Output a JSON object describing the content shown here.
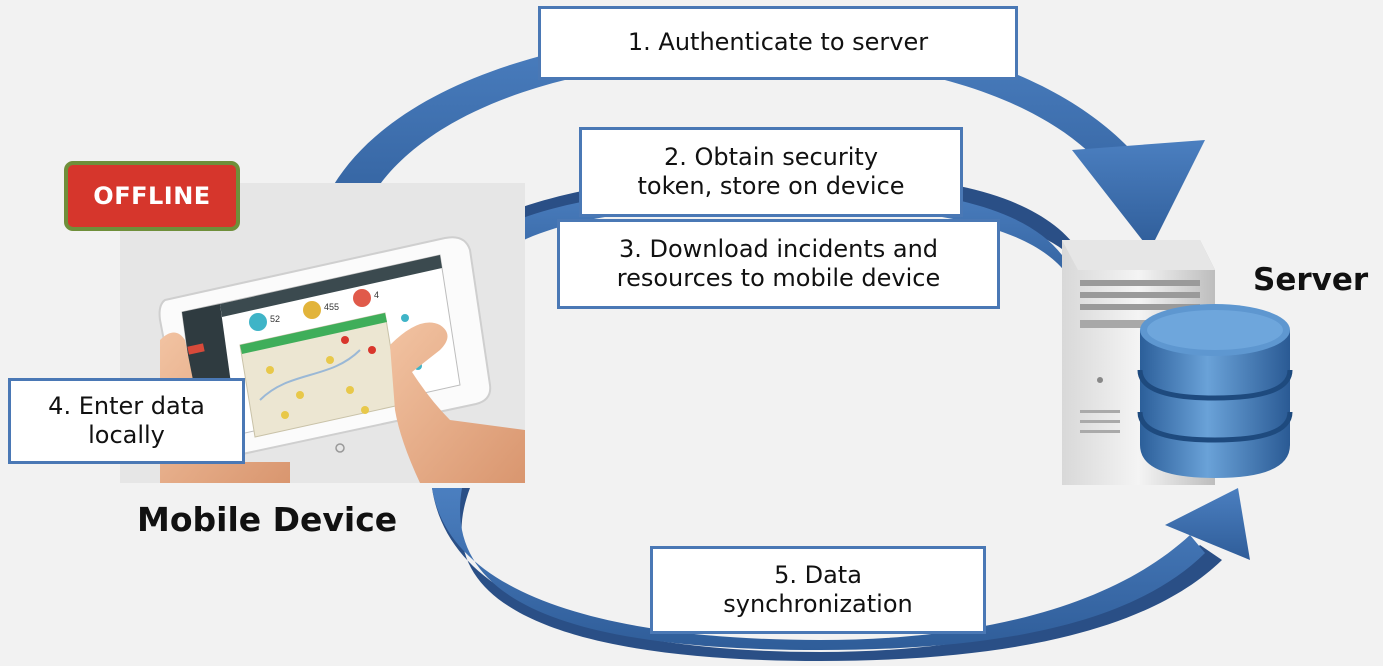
{
  "steps": [
    {
      "id": 1,
      "text": "1. Authenticate to server"
    },
    {
      "id": 2,
      "text": "2. Obtain security\ntoken, store on device"
    },
    {
      "id": 3,
      "text": "3. Download incidents and\nresources to mobile device"
    },
    {
      "id": 4,
      "text": "4. Enter data\nlocally"
    },
    {
      "id": 5,
      "text": "5. Data\nsynchronization"
    }
  ],
  "nodes": {
    "mobile": "Mobile Device",
    "server": "Server"
  },
  "status_badge": "OFFLINE",
  "tablet_screen": {
    "stat_values": [
      "52",
      "455",
      "4"
    ]
  },
  "colors": {
    "arrow": "#3d6fb0",
    "arrow_dark": "#2a4f86",
    "box_border": "#4a78b5",
    "offline_bg": "#d6362c",
    "database": "#3f7dc0"
  }
}
